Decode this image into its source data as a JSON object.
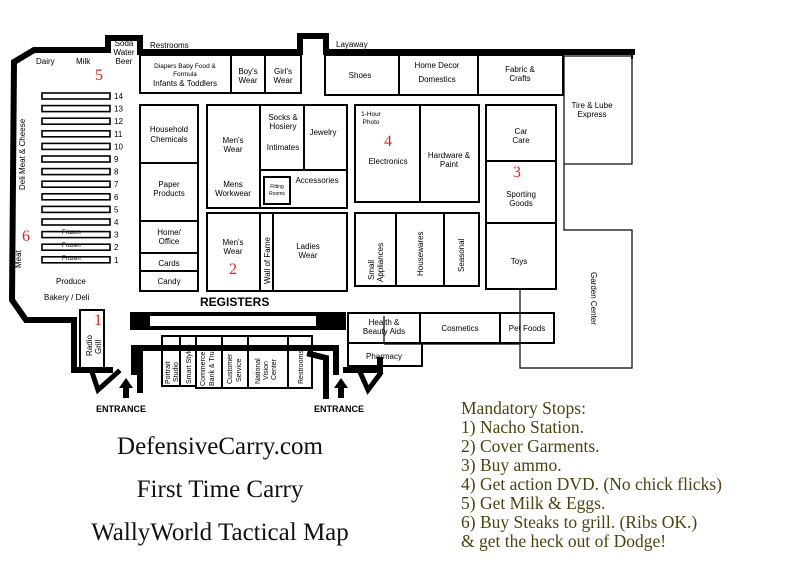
{
  "departments": {
    "soda_water_beer": [
      "Soda",
      "Water",
      "Beer"
    ],
    "restrooms_top": "Restrooms",
    "layaway": "Layaway",
    "dairy": "Dairy",
    "milk": "Milk",
    "baby": [
      "Diapers Baby Food &",
      "Formula",
      "Infants & Toddlers"
    ],
    "boys_wear": [
      "Boy's",
      "Wear"
    ],
    "girls_wear": [
      "Girl's",
      "Wear"
    ],
    "shoes": "Shoes",
    "home_decor": "Home Decor",
    "domestics": "Domestics",
    "fabric_crafts": [
      "Fabric &",
      "Crafts"
    ],
    "tire_lube": [
      "Tire & Lube",
      "Express"
    ],
    "deli_meat_cheese": "Deli Meat & Cheese",
    "household_chemicals": [
      "Household",
      "Chemicals"
    ],
    "mens_wear_top": [
      "Men's",
      "Wear"
    ],
    "socks_hosiery": [
      "Socks &",
      "Hosiery"
    ],
    "jewelry": "Jewelry",
    "intimates": "Intimates",
    "photo": [
      "1-Hour",
      "Photo"
    ],
    "electronics": "Electronics",
    "hardware_paint": [
      "Hardware &",
      "Paint"
    ],
    "car_care": [
      "Car",
      "Care"
    ],
    "paper_products": [
      "Paper",
      "Products"
    ],
    "mens_workwear": [
      "Mens",
      "Workwear"
    ],
    "fitting_rooms": [
      "Fitting",
      "Rooms"
    ],
    "accessories": "Accessories",
    "sporting_goods": [
      "Sporting",
      "Goods"
    ],
    "home_office": [
      "Home/",
      "Office"
    ],
    "mens_wear_low": [
      "Men's",
      "Wear"
    ],
    "wall_of_fame": "Wall of Fame",
    "ladies_wear": [
      "Ladies",
      "Wear"
    ],
    "small_appliances": [
      "Small",
      "Appliances"
    ],
    "housewares": "Housewares",
    "seasonal": "Seasonal",
    "toys": "Toys",
    "meat": "Meat",
    "frozen": [
      "Frozen",
      "Frozen",
      "Frozen"
    ],
    "cards": "Cards",
    "candy": "Candy",
    "produce": "Produce",
    "bakery_deli": "Bakery / Deli",
    "garden_center": "Garden Center",
    "registers": "REGISTERS",
    "health_beauty": [
      "Health &",
      "Beauty Aids"
    ],
    "cosmetics": "Cosmetics",
    "pet_foods": "Pet Foods",
    "pharmacy": "Pharmacy",
    "radio_grill": [
      "Radio",
      "Grill"
    ],
    "portrait_studio": [
      "Portrait",
      "Studio"
    ],
    "smart_styles": [
      "Smart Styles"
    ],
    "commerce_bank": [
      "Commerce",
      "Bank & Trust"
    ],
    "customer_service": [
      "Customer",
      "Service"
    ],
    "national_vision": [
      "National",
      "Vision",
      "Center"
    ],
    "restrooms_front": "Restrooms",
    "entrance_left": "ENTRANCE",
    "entrance_right": "ENTRANCE"
  },
  "aisles": [
    "14",
    "13",
    "12",
    "11",
    "10",
    "9",
    "8",
    "7",
    "6",
    "5",
    "4",
    "3",
    "2",
    "1"
  ],
  "markers": [
    "1",
    "2",
    "3",
    "4",
    "5",
    "6"
  ],
  "title_lines": [
    "DefensiveCarry.com",
    "First Time Carry",
    "WallyWorld Tactical Map"
  ],
  "stops": {
    "heading": "Mandatory Stops:",
    "items": [
      "1) Nacho Station.",
      "2) Cover Garments.",
      "3) Buy ammo.",
      "4) Get action DVD. (No chick flicks)",
      "5) Get Milk & Eggs.",
      "6) Buy Steaks to grill. (Ribs OK.)",
      "& get the heck out of Dodge!"
    ]
  },
  "colors": {
    "marker": "#d4281e",
    "stops_text": "#4e4210",
    "wall": "#000000"
  }
}
